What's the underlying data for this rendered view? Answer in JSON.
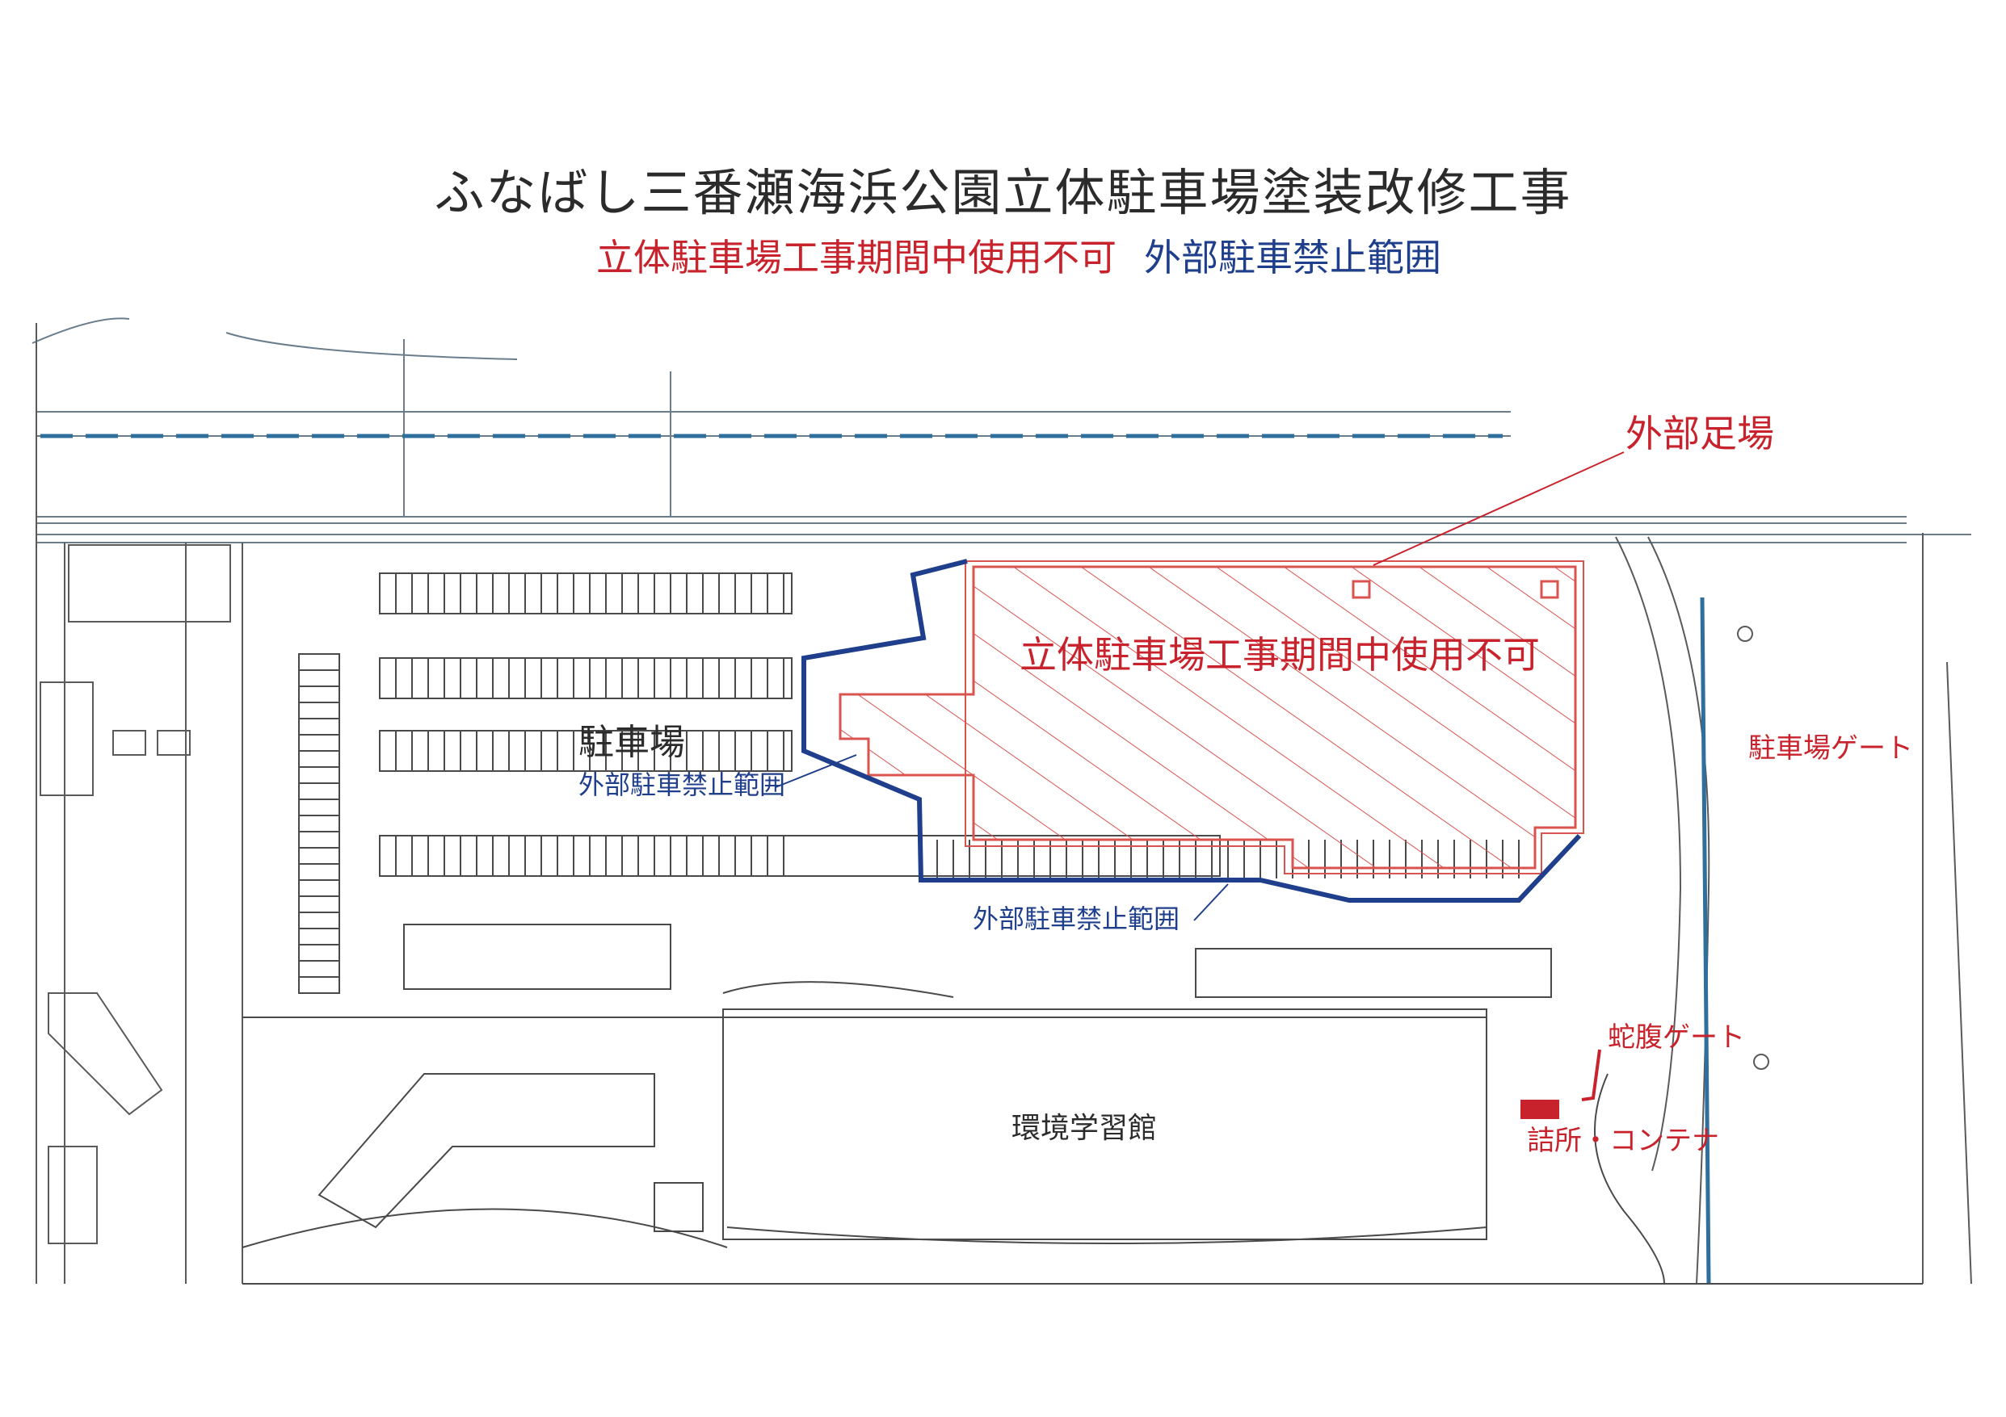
{
  "title": "ふなばし三番瀬海浜公園立体駐車場塗装改修工事",
  "legend": {
    "red_text": "立体駐車場工事期間中使用不可",
    "blue_text": "外部駐車禁止範囲"
  },
  "labels": {
    "scaffold": "外部足場",
    "structure_unusable": "立体駐車場工事期間中使用不可",
    "parking": "駐車場",
    "no_parking_1": "外部駐車禁止範囲",
    "no_parking_2": "外部駐車禁止範囲",
    "parking_gate": "駐車場ゲート",
    "jabara_gate": "蛇腹ゲート",
    "booth_container": "詰所・コンテナ",
    "environment_hall": "環境学習館"
  },
  "colors": {
    "red": "#c8232c",
    "blue": "#1f3f8c",
    "line": "#5a5a5a",
    "text": "#2b2b2b"
  }
}
